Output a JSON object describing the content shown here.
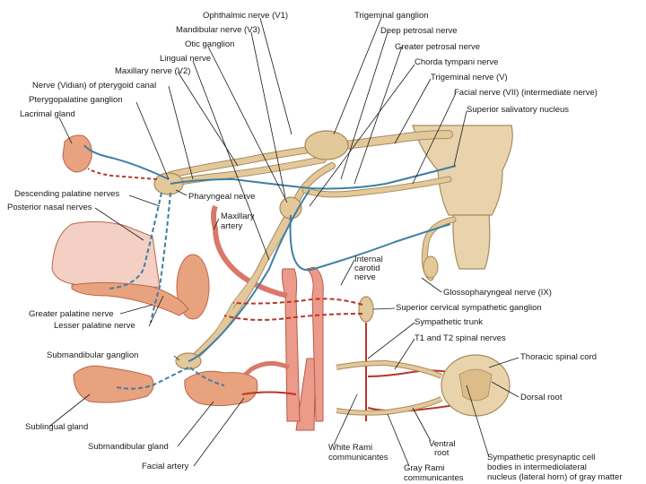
{
  "labels": {
    "ophthalmic": "Ophthalmic nerve (V1)",
    "trigeminal_ganglion": "Trigeminal ganglion",
    "mandibular": "Mandibular nerve (V3)",
    "deep_petrosal": "Deep petrosal nerve",
    "otic": "Otic ganglion",
    "greater_petrosal": "Greater petrosal nerve",
    "lingual": "Lingual nerve",
    "chorda": "Chorda tympani nerve",
    "maxillary_v2": "Maxillary nerve (V2)",
    "trigeminal_v": "Trigeminal nerve (V)",
    "vidian": "Nerve (Vidian) of pterygoid canal",
    "facial_vii": "Facial nerve (VII) (intermediate nerve)",
    "pterygopalatine": "Pterygopalatine ganglion",
    "superior_salivatory": "Superior salivatory nucleus",
    "lacrimal": "Lacrimal gland",
    "descending_palatine": "Descending palatine nerves",
    "pharyngeal": "Pharyngeal nerve",
    "posterior_nasal": "Posterior nasal nerves",
    "maxillary_artery_1": "Maxillary",
    "maxillary_artery_2": "artery",
    "internal_carotid_1": "Internal",
    "internal_carotid_2": "carotid",
    "internal_carotid_3": "nerve",
    "glossopharyngeal": "Glossopharyngeal nerve (IX)",
    "greater_palatine": "Greater palatine nerve",
    "superior_cervical": "Superior cervical sympathetic ganglion",
    "lesser_palatine": "Lesser palatine nerve",
    "sympathetic_trunk": "Sympathetic trunk",
    "t1_t2": "T1 and T2 spinal nerves",
    "submandibular_ganglion": "Submandibular ganglion",
    "thoracic_cord": "Thoracic spinal cord",
    "dorsal_root": "Dorsal root",
    "sublingual": "Sublingual gland",
    "submandibular_gland": "Submandibular gland",
    "ventral_root_1": "Ventral",
    "ventral_root_2": "root",
    "white_rami_1": "White Rami",
    "white_rami_2": "communicantes",
    "facial_artery": "Facial artery",
    "gray_rami_1": "Gray Rami",
    "gray_rami_2": "communicantes",
    "presynaptic_1": "Sympathetic presynaptic cell",
    "presynaptic_2": "bodies in intermediolateral",
    "presynaptic_3": "nucleus (lateral horn) of gray matter"
  },
  "colors": {
    "nerve": "#e3c89a",
    "nerve_edge": "#a88a5c",
    "parasympathetic": "#3f7fa3",
    "sympathetic": "#b8362a",
    "artery": "#ec9a8a",
    "artery_edge": "#b85a4a",
    "gland": "#e9a27e"
  }
}
